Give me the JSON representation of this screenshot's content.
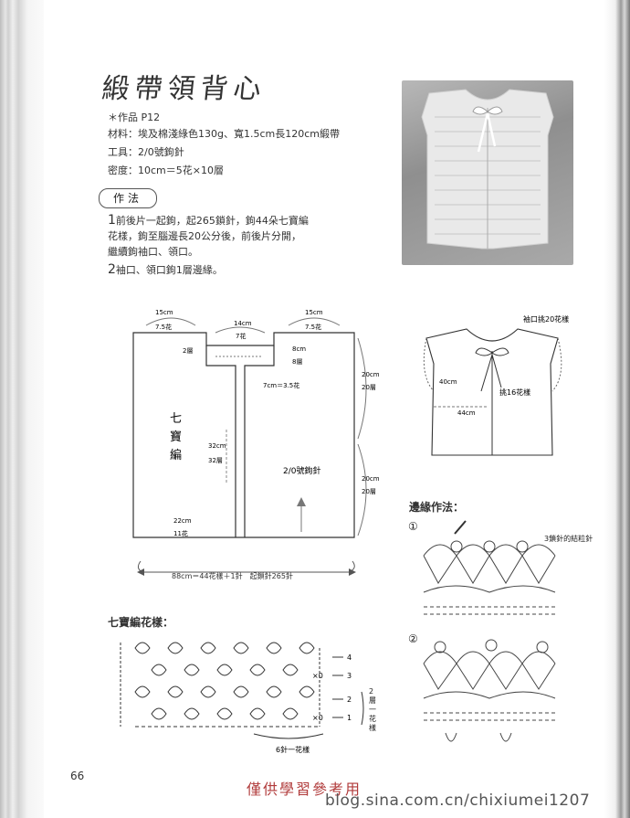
{
  "title": "緞帶領背心",
  "info": {
    "work": "＊作品 P12",
    "materials": "材料：埃及棉淺綠色130g、寬1.5cm長120cm緞帶",
    "tools": "工具：2/0號鉤針",
    "gauge": "密度：10cm＝5花×10層"
  },
  "method_label": "作法",
  "steps": {
    "s1_num": "1",
    "s1_line1": "前後片一起鉤，起265鎖針，鉤44朵七寶編",
    "s1_line2": "花樣，鉤至腦邊長20公分後，前後片分開，",
    "s1_line3": "繼續鉤袖口、領口。",
    "s2_num": "2",
    "s2_line1": "袖口、領口鉤1層邊緣。"
  },
  "schematic": {
    "shoulder_left_cm": "15cm",
    "shoulder_left_flowers": "7.5花",
    "neck_cm": "14cm",
    "neck_flowers": "7花",
    "shoulder_right_cm": "15cm",
    "shoulder_right_flowers": "7.5花",
    "rows_2": "2層",
    "neck_depth_cm": "8cm",
    "neck_depth_rows": "8層",
    "front_width": "7cm＝3.5花",
    "armhole_cm": "20cm",
    "armhole_rows": "20層",
    "side_cm": "20cm",
    "side_rows": "20層",
    "height_cm": "32cm",
    "height_rows": "32層",
    "pattern_name_1": "七",
    "pattern_name_2": "寶",
    "pattern_name_3": "編",
    "hook": "2/0號鉤針",
    "bottom_cm": "22cm",
    "bottom_flowers": "11花",
    "total": "88cm＝44花樣＋1針　起鎖針265針"
  },
  "vest_diagram": {
    "armhole_pick": "袖口挑20花樣",
    "height": "40cm",
    "width": "44cm",
    "pick": "挑16花樣"
  },
  "edging": {
    "title": "邊緣作法：",
    "step1": "①",
    "step2": "②",
    "note": "3鎖針的結粒針"
  },
  "pattern_chart": {
    "title": "七寶編花樣：",
    "row4": "4",
    "row3": "3",
    "row2": "2",
    "row1": "1",
    "x0_a": "×0",
    "x0_b": "×0",
    "repeat_rows": "2層一花樣",
    "repeat_stitches": "6針一花樣"
  },
  "page_number": "66",
  "watermark": "僅供學習參考用",
  "blog_url": "blog.sina.com.cn/chixiumei1207"
}
